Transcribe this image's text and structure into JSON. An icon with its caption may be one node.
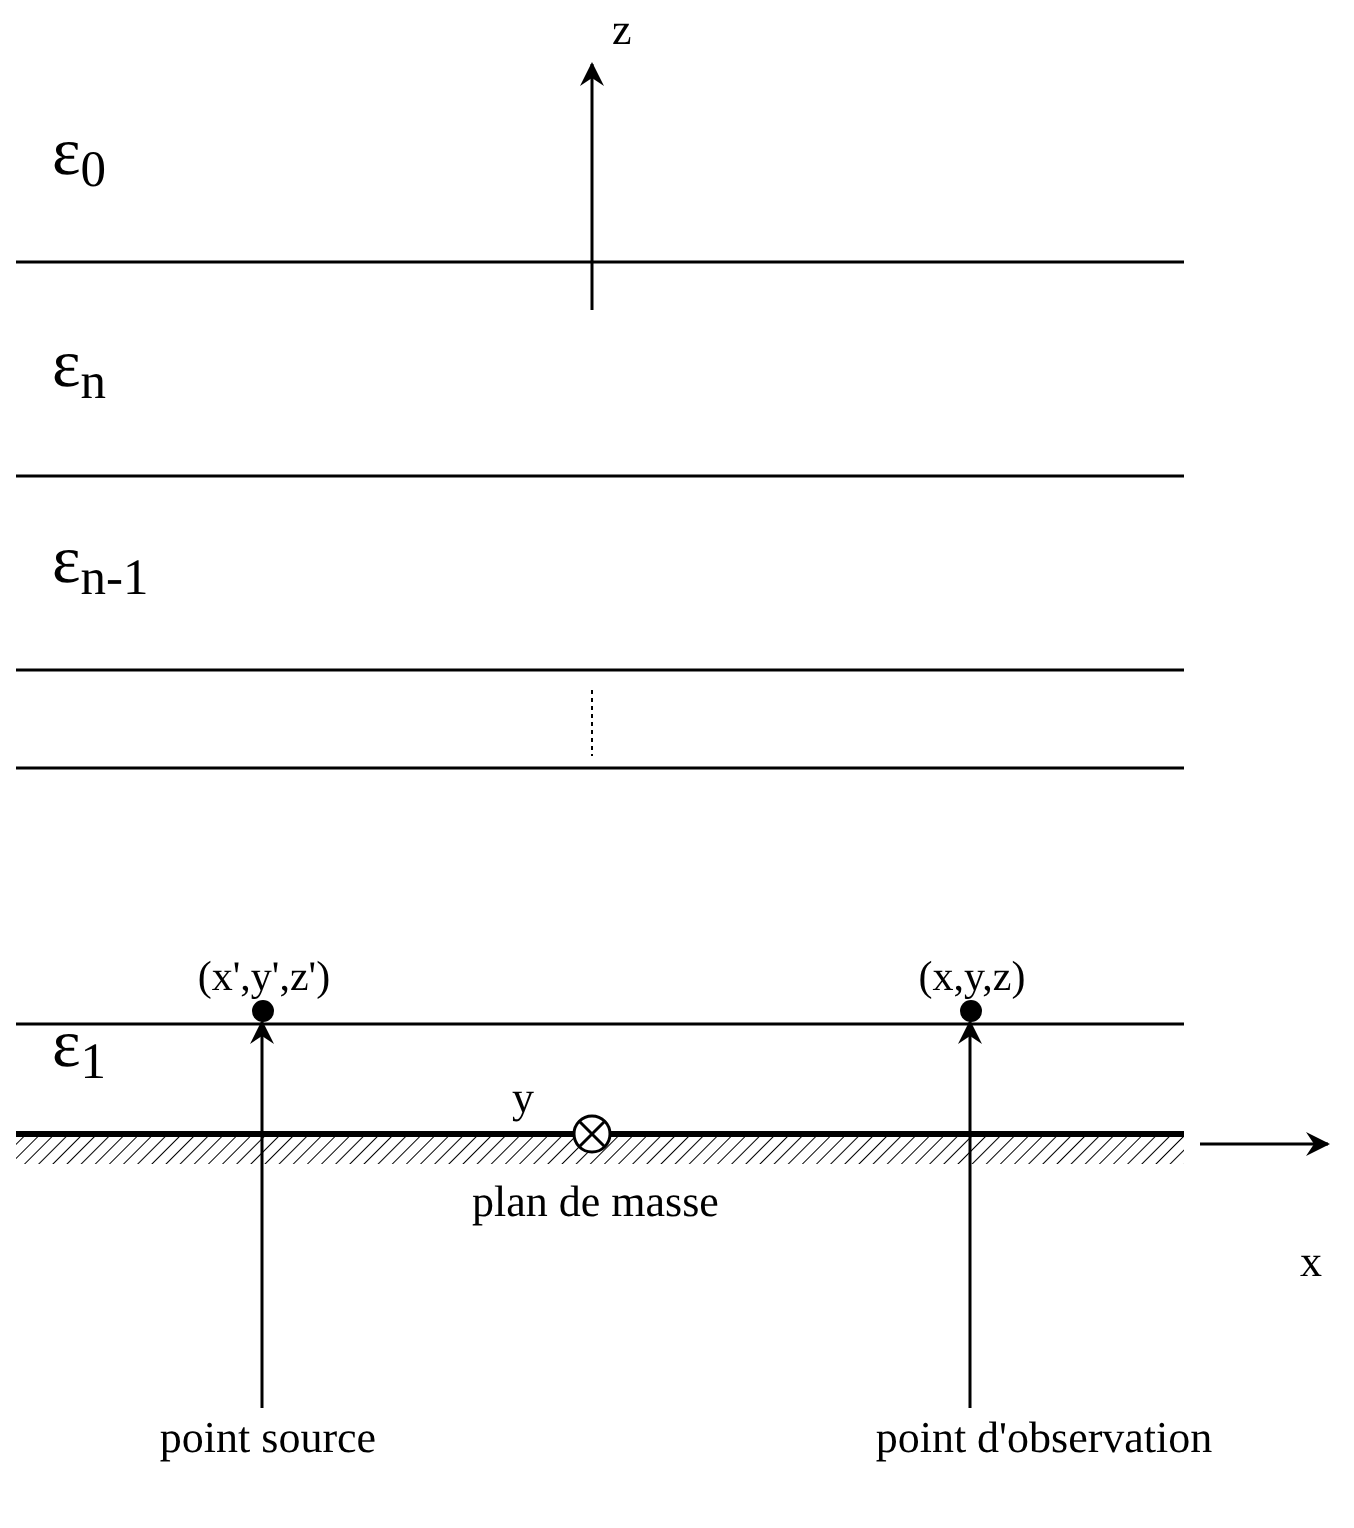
{
  "diagram": {
    "nodes": [
      {
        "text": [],
        "shape": "circle",
        "beside": [
          "(x',y',z')"
        ]
      },
      {
        "text": [],
        "shape": "circle",
        "beside": [
          "(x,y,z)"
        ]
      },
      {
        "text": [
          "point source"
        ]
      },
      {
        "text": [
          "point d'observation"
        ]
      }
    ],
    "edges": [
      {
        "from": 2,
        "to": 0,
        "arrow": "to"
      },
      {
        "from": 3,
        "to": 1,
        "arrow": "to"
      }
    ],
    "labels": [
      "z",
      "ε$_{0}$",
      "ε$_{n}$",
      "ε$_{n-1}$",
      "ε$_{1}$",
      "y",
      "x",
      "plan de masse"
    ]
  }
}
